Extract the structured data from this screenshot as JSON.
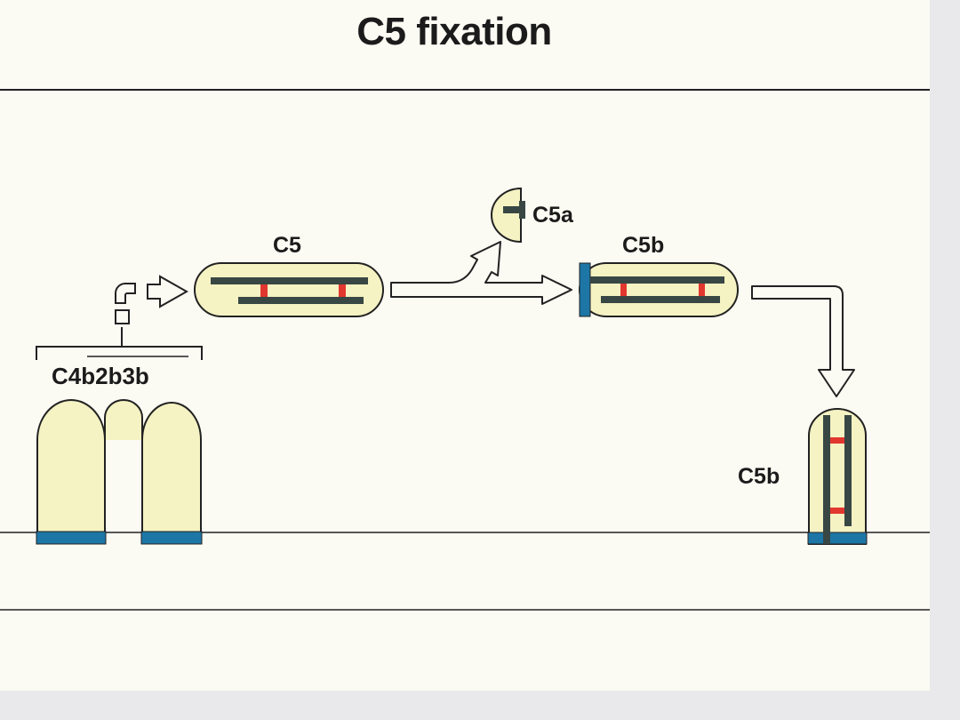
{
  "title": "C5 fixation",
  "labels": {
    "c5": "C5",
    "c5a": "C5a",
    "c5b_top": "C5b",
    "c4b2b3b": "C4b2b3b",
    "c5b_bottom": "C5b"
  },
  "colors": {
    "background": "#fbfaf3",
    "frame": "#e9e9eb",
    "protein_fill": "#f5f2c3",
    "chain": "#384743",
    "bond": "#e2372e",
    "membrane_anchor": "#1d76a6",
    "line": "#222222"
  }
}
